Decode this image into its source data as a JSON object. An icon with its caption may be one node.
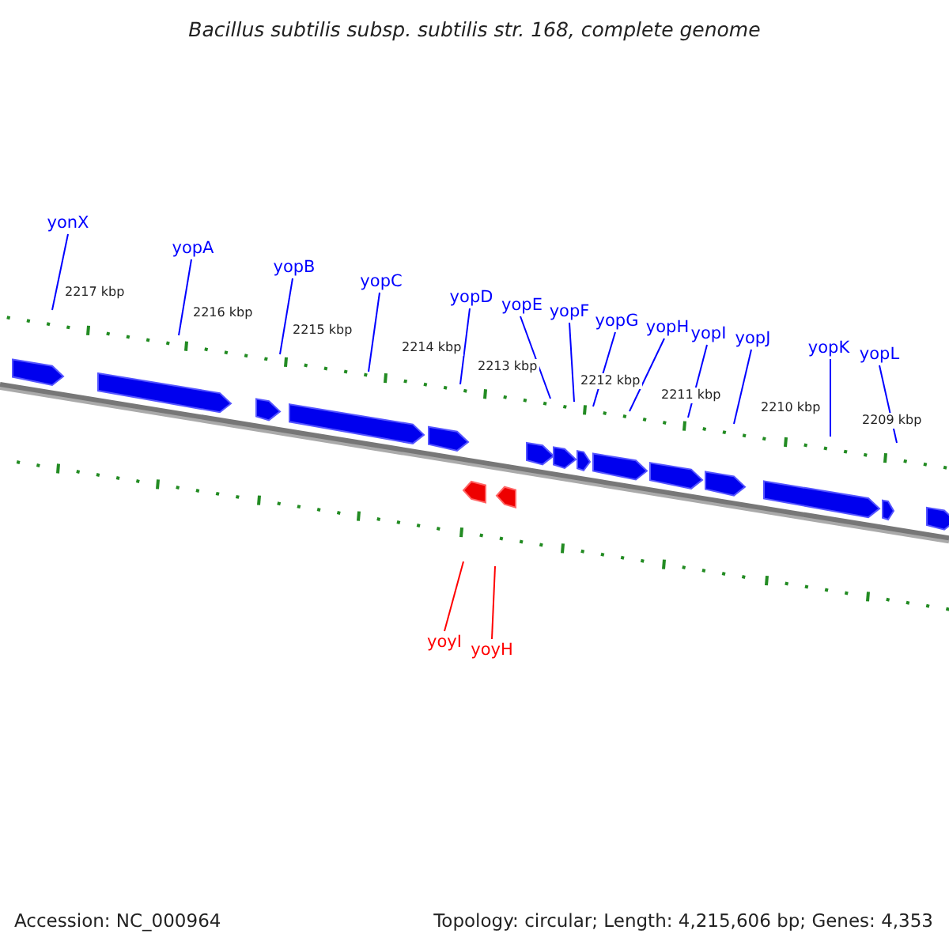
{
  "diagram": {
    "title": "Bacillus subtilis subsp. subtilis str. 168, complete genome",
    "nodes": [
      {
        "text": [
          "yonX"
        ]
      },
      {
        "text": [
          "yopA"
        ]
      },
      {
        "text": [
          "yopB"
        ]
      },
      {
        "text": [
          "yopC"
        ]
      },
      {
        "text": [
          "yopD"
        ]
      },
      {
        "text": [
          "yopE"
        ]
      },
      {
        "text": [
          "yopF"
        ]
      },
      {
        "text": [
          "yopG"
        ]
      },
      {
        "text": [
          "yopH"
        ]
      },
      {
        "text": [
          "yopI"
        ]
      },
      {
        "text": [
          "yopJ"
        ]
      },
      {
        "text": [
          "yopK"
        ]
      },
      {
        "text": [
          "yopL"
        ]
      },
      {
        "text": [
          "yoyI"
        ]
      },
      {
        "text": [
          "yoyH"
        ]
      }
    ],
    "edges": [
      {
        "from": 0,
        "to": null,
        "arrow": "none"
      },
      {
        "from": 1,
        "to": null,
        "arrow": "none"
      },
      {
        "from": 2,
        "to": null,
        "arrow": "none"
      },
      {
        "from": 3,
        "to": null,
        "arrow": "none"
      },
      {
        "from": 4,
        "to": null,
        "arrow": "none"
      },
      {
        "from": 5,
        "to": null,
        "arrow": "none"
      },
      {
        "from": 6,
        "to": null,
        "arrow": "none"
      },
      {
        "from": 7,
        "to": null,
        "arrow": "none"
      },
      {
        "from": 8,
        "to": null,
        "arrow": "none"
      },
      {
        "from": 9,
        "to": null,
        "arrow": "none"
      },
      {
        "from": 10,
        "to": null,
        "arrow": "none"
      },
      {
        "from": 11,
        "to": null,
        "arrow": "none"
      },
      {
        "from": 12,
        "to": null,
        "arrow": "none"
      },
      {
        "from": 13,
        "to": null,
        "arrow": "none",
        "color": "#ff0000"
      },
      {
        "from": 14,
        "to": null,
        "arrow": "none",
        "color": "#ff0000"
      }
    ],
    "labels": [
      "2217 kbp",
      "2216 kbp",
      "2215 kbp",
      "2214 kbp",
      "2213 kbp",
      "2212 kbp",
      "2211 kbp",
      "2210 kbp",
      "2209 kbp",
      "Accession: NC_000964",
      "Topology: circular; Length: 4,215,606 bp; Genes: 4,353"
    ]
  }
}
